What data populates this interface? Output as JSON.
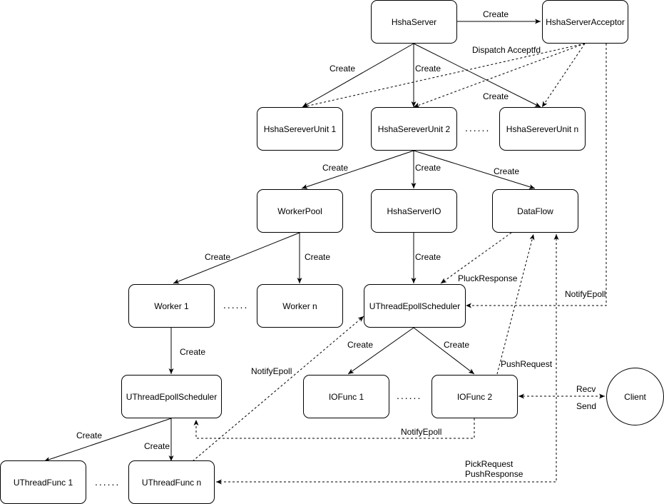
{
  "nodes": {
    "hsha_server": "HshaServer",
    "hsha_server_acceptor": "HshaServerAcceptor",
    "unit_1": "HshaSereverUnit 1",
    "unit_2": "HshaSereverUnit 2",
    "unit_n": "HshaSereverUnit n",
    "worker_pool": "WorkerPool",
    "hsha_server_io": "HshaServerIO",
    "data_flow": "DataFlow",
    "worker_1": "Worker 1",
    "worker_n": "Worker n",
    "uthread_epoll_scheduler_io": "UThreadEpollScheduler",
    "uthread_epoll_scheduler_worker": "UThreadEpollScheduler",
    "iofunc_1": "IOFunc 1",
    "iofunc_2": "IOFunc 2",
    "client": "Client",
    "uthread_func_1": "UThreadFunc 1",
    "uthread_func_n": "UThreadFunc n"
  },
  "edge_labels": {
    "create_acceptor": "Create",
    "dispatch_acceptfd": "Dispatch Acceptfd",
    "create_unit_1": "Create",
    "create_unit_2": "Create",
    "create_unit_n": "Create",
    "create_worker_pool": "Create",
    "create_server_io": "Create",
    "create_data_flow": "Create",
    "create_worker_1": "Create",
    "create_worker_n": "Create",
    "create_io_scheduler": "Create",
    "pluck_response": "PluckResponse",
    "notify_epoll_acceptor": "NotifyEpoll",
    "create_worker_scheduler": "Create",
    "notify_epoll_worker": "NotifyEpoll",
    "create_iofunc_1": "Create",
    "create_iofunc_2": "Create",
    "push_request": "PushRequest",
    "recv": "Recv",
    "send": "Send",
    "notify_epoll_iofunc": "NotifyEpoll",
    "create_uthread_func_1": "Create",
    "create_uthread_func_n": "Create",
    "pick_request": "PickRequest",
    "push_response": "PushResponse"
  },
  "ellipsis": "......"
}
